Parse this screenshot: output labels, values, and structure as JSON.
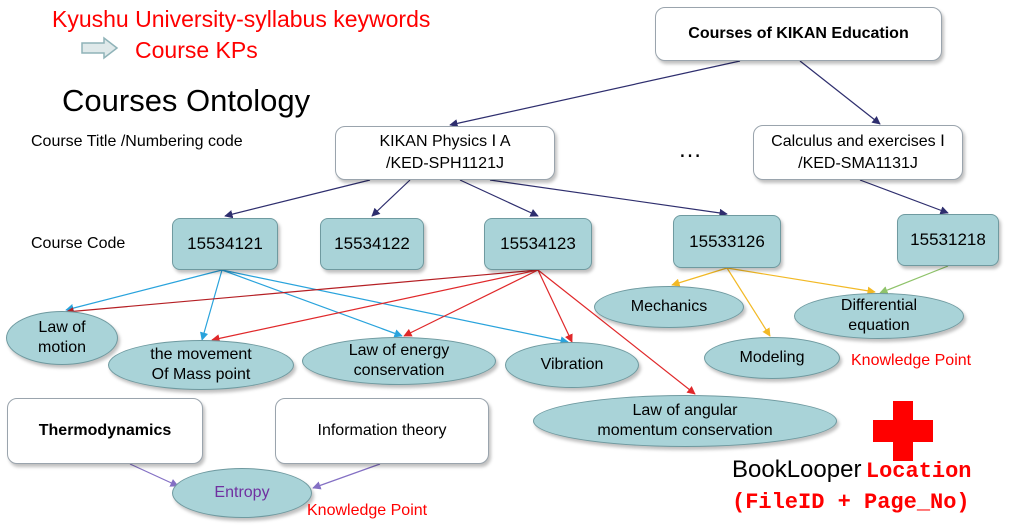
{
  "header": {
    "line1": "Kyushu University-syllabus keywords",
    "line2": "Course KPs",
    "ontology_title": "Courses Ontology"
  },
  "labels": {
    "course_title": "Course Title /Numbering code",
    "course_code": "Course Code",
    "ellipsis": "…",
    "kp_right": "Knowledge Point",
    "kp_bottom": "Knowledge Point"
  },
  "root": {
    "label": "Courses of KIKAN Education"
  },
  "courses": [
    {
      "line1": "KIKAN Physics Ⅰ A",
      "line2": "/KED-SPH1121J"
    },
    {
      "line1": "Calculus and exercises Ⅰ",
      "line2": "/KED-SMA1131J"
    }
  ],
  "codes": [
    "15534121",
    "15534122",
    "15534123",
    "15533126",
    "15531218"
  ],
  "knowledge_points": {
    "law_of_motion": {
      "line1": "Law of",
      "line2": "motion"
    },
    "mass_point": {
      "line1": "the movement",
      "line2": "Of Mass point"
    },
    "energy": {
      "line1": "Law of energy",
      "line2": "conservation"
    },
    "vibration": "Vibration",
    "angular": {
      "line1": "Law of angular",
      "line2": "momentum conservation"
    },
    "mechanics": "Mechanics",
    "modeling": "Modeling",
    "differential": {
      "line1": "Differential",
      "line2": "equation"
    }
  },
  "bottom": {
    "thermodynamics": "Thermodynamics",
    "information_theory": "Information theory",
    "entropy": "Entropy"
  },
  "booklooper": {
    "name": "BookLooper",
    "location": "Location",
    "detail": "(FileID + Page_No)"
  },
  "colors": {
    "red_text": "#ff0000",
    "node_fill": "#a9d3d8",
    "navy_arrow": "#2e2e6e",
    "blue_arrow": "#29a3dc",
    "red_arrow": "#e0282a",
    "dark_red_arrow": "#b51f24",
    "yellow_arrow": "#f2b925",
    "green_arrow": "#8fc36a",
    "purple_arrow": "#8470c4",
    "entropy_text": "#7030a0"
  }
}
